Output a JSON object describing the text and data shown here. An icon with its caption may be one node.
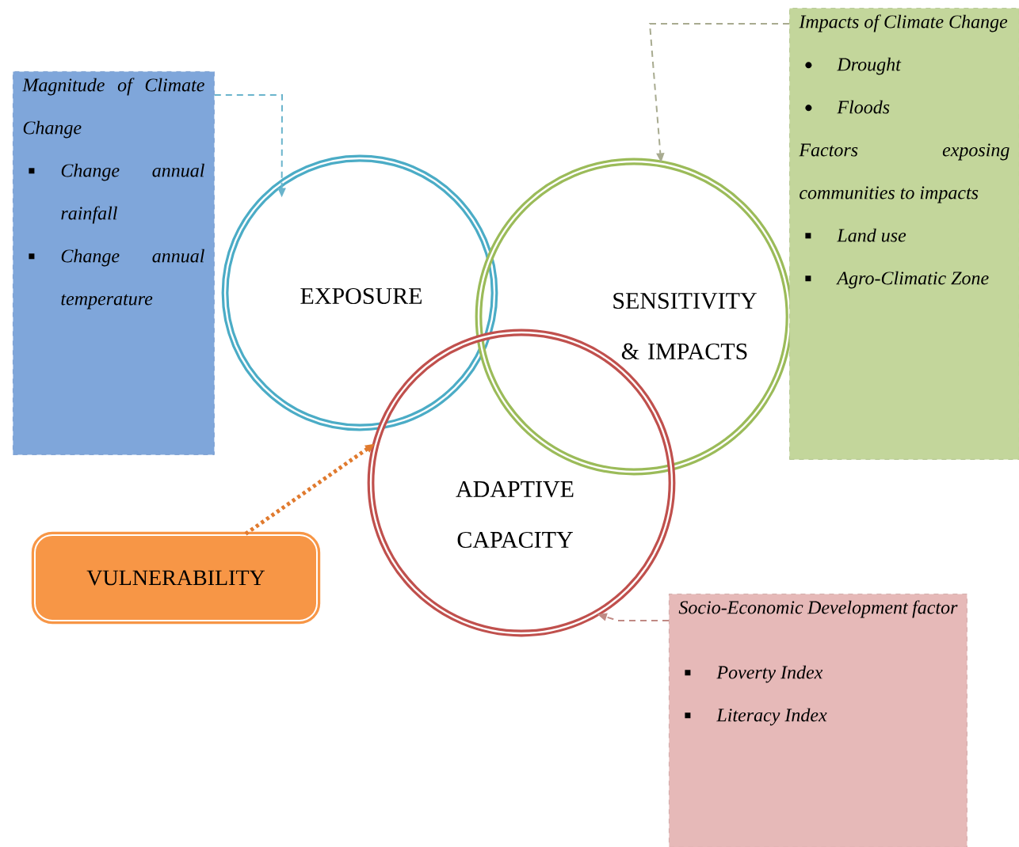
{
  "diagram": {
    "nodes": [
      {
        "text": [
          "Magnitude of Climate Change",
          "Change annual rainfall",
          "Change annual temperature"
        ]
      },
      {
        "text": [
          "EXPOSURE"
        ]
      },
      {
        "text": [
          "SENSITIVITY & IMPACTS"
        ]
      },
      {
        "text": [
          "ADAPTIVE CAPACITY"
        ]
      },
      {
        "text": [
          "Impacts of Climate Change",
          "Drought",
          "Floods",
          "Factors exposing communities to impacts",
          "Land use",
          "Agro-Climatic Zone"
        ]
      },
      {
        "text": [
          "VULNERABILITY"
        ]
      },
      {
        "text": [
          "Socio-Economic Development factor",
          "Poverty Index",
          "Literacy Index"
        ]
      }
    ],
    "edges": [
      {
        "from": 0,
        "to": 1,
        "arrow": "to",
        "style": "dashed",
        "color": "#6ab4cc"
      },
      {
        "from": 4,
        "to": 2,
        "arrow": "to",
        "style": "dashed",
        "color": "#a8ab90"
      },
      {
        "from": 5,
        "to": 3,
        "arrow": "to",
        "style": "dashed",
        "color": "#e07a2e"
      },
      {
        "from": 6,
        "to": 3,
        "arrow": "to",
        "style": "dashed",
        "color": "#c08a84"
      }
    ]
  }
}
